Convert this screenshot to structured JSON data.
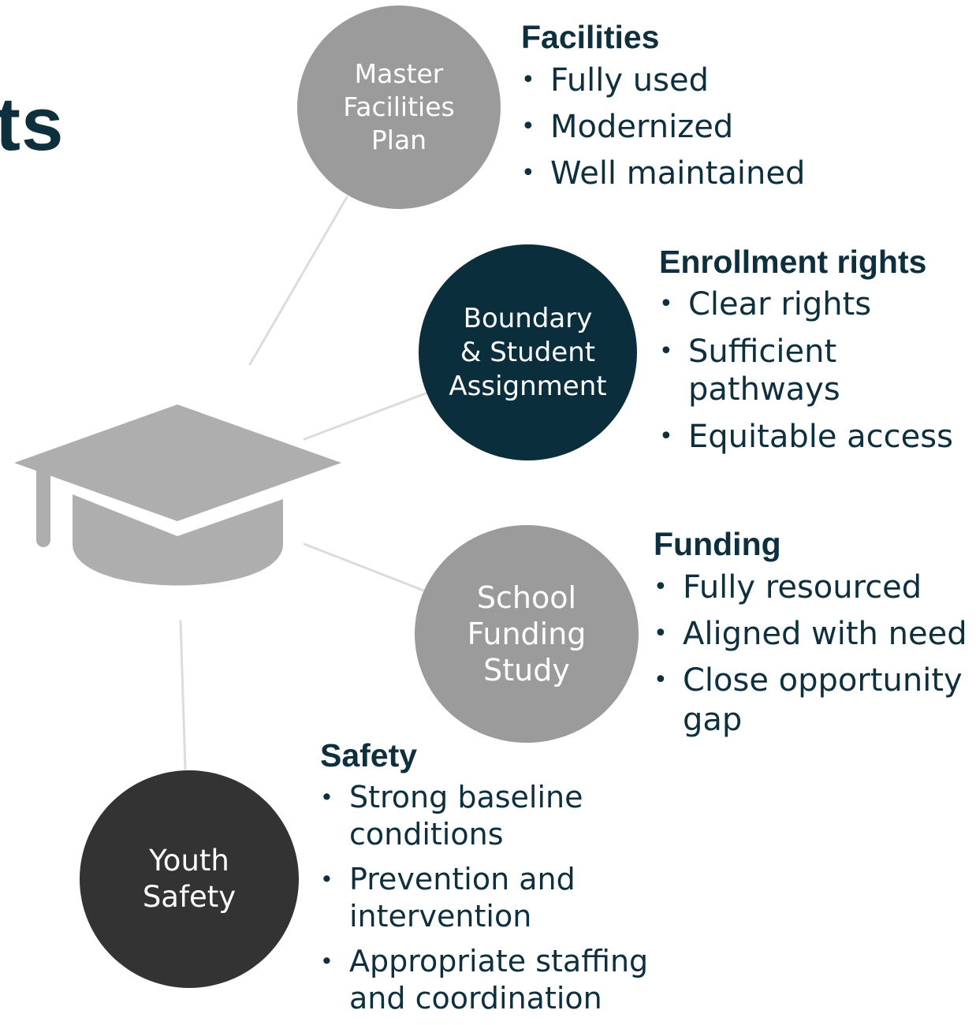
{
  "title_fragment": "ts",
  "nodes": {
    "facilities": "Master\nFacilities\nPlan",
    "boundary": "Boundary\n& Student\nAssignment",
    "funding": "School\nFunding\nStudy",
    "youth": "Youth\nSafety"
  },
  "blocks": {
    "facilities": {
      "heading": "Facilities",
      "items": [
        "Fully used",
        "Modernized",
        "Well maintained"
      ]
    },
    "enrollment": {
      "heading": "Enrollment rights",
      "items": [
        "Clear rights",
        "Sufficient pathways",
        "Equitable access"
      ]
    },
    "funding": {
      "heading": "Funding",
      "items": [
        "Fully resourced",
        "Aligned with need",
        "Close opportunity gap"
      ]
    },
    "safety": {
      "heading": "Safety",
      "items": [
        "Strong baseline conditions",
        "Prevention and intervention",
        "Appropriate staffing and coordination"
      ]
    }
  },
  "icons": {
    "center": "graduation-cap-icon"
  },
  "colors": {
    "navy": "#0b2e3d",
    "gray": "#9b9b9b",
    "dark": "#333333",
    "cap": "#aeaeae",
    "connector": "#dcdcdc",
    "text": "#0e2f3d"
  }
}
